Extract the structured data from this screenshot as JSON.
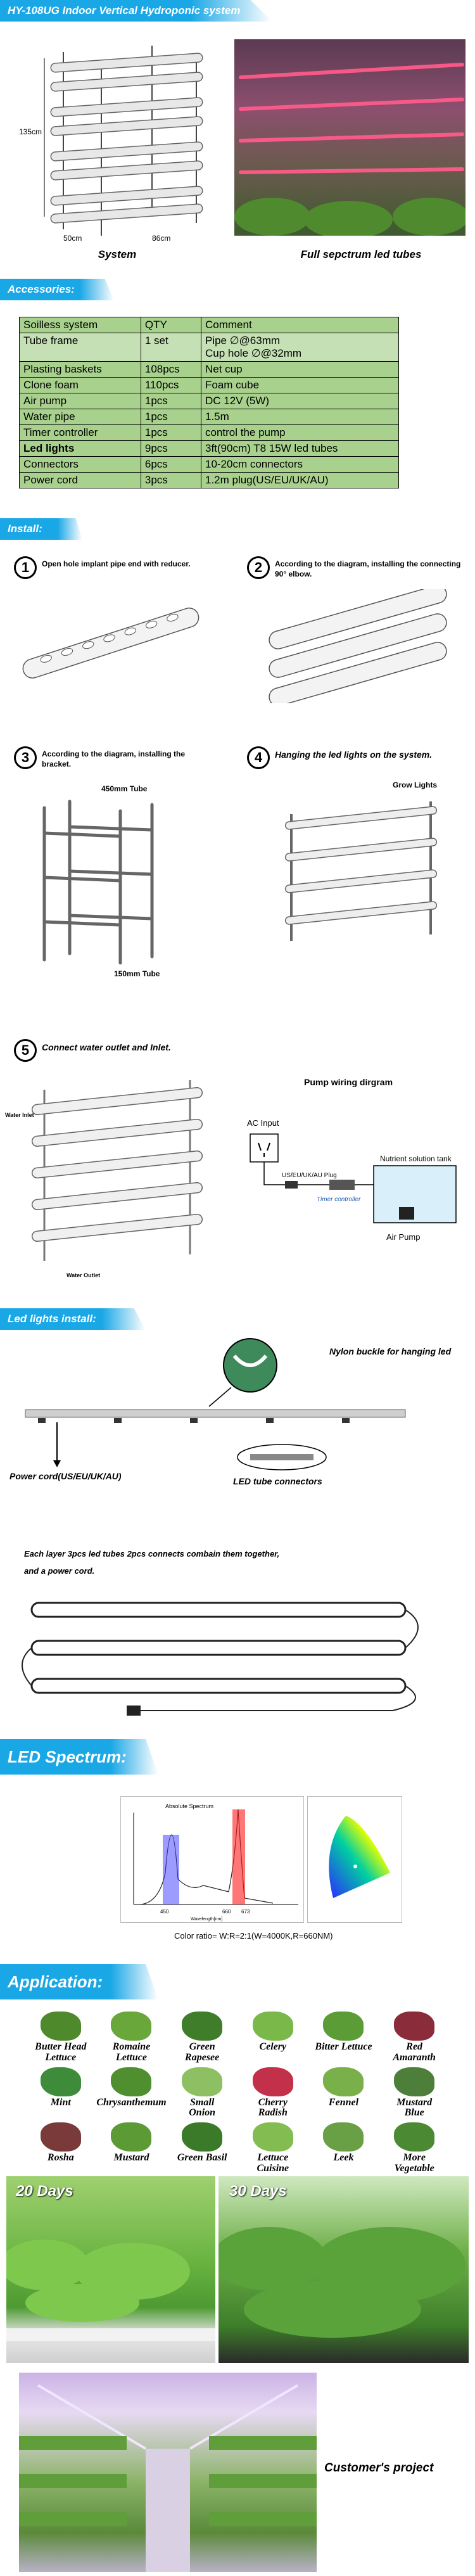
{
  "header": {
    "title": "HY-108UG Indoor Vertical Hydroponic system"
  },
  "figures": {
    "system_label": "System",
    "led_label": "Full sepctrum led tubes",
    "dims": {
      "height": "135cm",
      "depth": "50cm",
      "width": "86cm"
    }
  },
  "accessories": {
    "title": "Accessories:",
    "headers": [
      "Soilless system",
      "QTY",
      "Comment"
    ],
    "rows": [
      [
        "Tube frame",
        "1 set",
        "Pipe ∅@63mm\nCup hole ∅@32mm"
      ],
      [
        "Plasting baskets",
        "108pcs",
        "Net cup"
      ],
      [
        "Clone foam",
        "110pcs",
        "Foam cube"
      ],
      [
        "Air pump",
        "1pcs",
        "DC 12V (5W)"
      ],
      [
        "Water pipe",
        "1pcs",
        "1.5m"
      ],
      [
        "Timer controller",
        "1pcs",
        "control the pump"
      ],
      [
        "Led lights",
        "9pcs",
        "3ft(90cm) T8 15W led tubes"
      ],
      [
        "Connectors",
        "6pcs",
        "10-20cm connectors"
      ],
      [
        "Power cord",
        "3pcs",
        "1.2m plug(US/EU/UK/AU)"
      ]
    ]
  },
  "install": {
    "title": "Install:",
    "steps": [
      {
        "num": "1",
        "text": "Open hole implant pipe end with reducer."
      },
      {
        "num": "2",
        "text": "According to the diagram, installing the connecting 90° elbow."
      },
      {
        "num": "3",
        "text": "According to the diagram, installing the bracket."
      },
      {
        "num": "4",
        "text": "Hanging the led lights on the system."
      },
      {
        "num": "5",
        "text": "Connect water outlet and Inlet."
      }
    ],
    "tube_450": "450mm Tube",
    "tube_150": "150mm Tube",
    "grow_lights": "Grow Lights",
    "water_inlet": "Water Inlet",
    "water_outlet": "Water Outlet",
    "pump_title": "Pump wiring dirgram",
    "ac_input": "AC Input",
    "plug": "US/EU/UK/AU Plug",
    "timer": "Timer controller",
    "tank": "Nutrient solution tank",
    "air_pump": "Air Pump"
  },
  "led_install": {
    "title": "Led lights install:",
    "nylon": "Nylon buckle for hanging led",
    "power_cord": "Power cord(US/EU/UK/AU)",
    "connectors": "LED tube connectors",
    "each_layer_1": "Each layer 3pcs led tubes 2pcs connects combain them together,",
    "each_layer_2": "and a power cord."
  },
  "spectrum": {
    "title": "LED Spectrum:",
    "chart_title": "Absolute Spectrum",
    "x_axis": "Wavelength[nm]",
    "peaks": [
      "450",
      "660",
      "673"
    ],
    "color_ratio": "Color ratio= W:R=2:1(W=4000K,R=660NM)"
  },
  "application": {
    "title": "Application:",
    "items": [
      {
        "name": "Butter Head\nLettuce",
        "color": "#4e8a2c"
      },
      {
        "name": "Romaine\nLettuce",
        "color": "#6aa73b"
      },
      {
        "name": "Green\nRapesee",
        "color": "#3f7d2a"
      },
      {
        "name": "Celery",
        "color": "#7bb84a"
      },
      {
        "name": "Bitter Lettuce",
        "color": "#5c9c36"
      },
      {
        "name": "Red\nAmaranth",
        "color": "#8a2c3a"
      },
      {
        "name": "Mint",
        "color": "#3e8b3a"
      },
      {
        "name": "Chrysanthemum",
        "color": "#4f8f2f"
      },
      {
        "name": "Small\nOnion",
        "color": "#8cc063"
      },
      {
        "name": "Cherry\nRadish",
        "color": "#c2304a"
      },
      {
        "name": "Fennel",
        "color": "#79b04a"
      },
      {
        "name": "Mustard\nBlue",
        "color": "#4d7f3a"
      },
      {
        "name": "Rosha",
        "color": "#7a3a3a"
      },
      {
        "name": "Mustard",
        "color": "#5b9a35"
      },
      {
        "name": "Green Basil",
        "color": "#3a7a28"
      },
      {
        "name": "Lettuce\nCuisine",
        "color": "#83bd52"
      },
      {
        "name": "Leek",
        "color": "#6aa045"
      },
      {
        "name": "More\nVegetable",
        "color": "#4b8a33"
      }
    ]
  },
  "growth": {
    "day20": "20 Days",
    "day30": "30 Days"
  },
  "project": {
    "label": "Customer's project"
  }
}
